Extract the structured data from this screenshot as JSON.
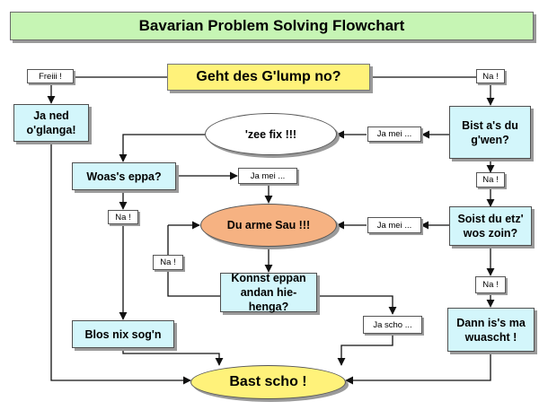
{
  "title": "Bavarian Problem Solving Flowchart",
  "nodes": {
    "start": "Geht des G'lump no?",
    "freiii": "Freiii !",
    "na_top": "Na !",
    "ja_ned": "Ja ned\no'glanga!",
    "bist_gwen": "Bist a's du\ng'wen?",
    "zee_fix": "'zee fix !!!",
    "ja_mei_1": "Ja mei ...",
    "na_2": "Na !",
    "woass_eppa": "Woas's eppa?",
    "ja_mei_2": "Ja mei ...",
    "na_left": "Na !",
    "du_arme_sau": "Du arme Sau !!!",
    "ja_mei_3": "Ja mei ...",
    "soist_du": "Soist du etz'\nwos zoin?",
    "na_loop": "Na !",
    "na_3": "Na !",
    "konnst_eppan": "Konnst eppan\nandan hie-henga?",
    "ja_scho": "Ja scho ...",
    "dann_iss": "Dann is's ma\nwuascht !",
    "blos_nix": "Blos nix sog'n",
    "bast_scho": "Bast scho !"
  },
  "colors": {
    "title_fill": "#c6f5b4",
    "question_fill": "#fff27a",
    "box_fill": "#d3f6fb",
    "orange_fill": "#f6b282",
    "line": "#111111"
  }
}
